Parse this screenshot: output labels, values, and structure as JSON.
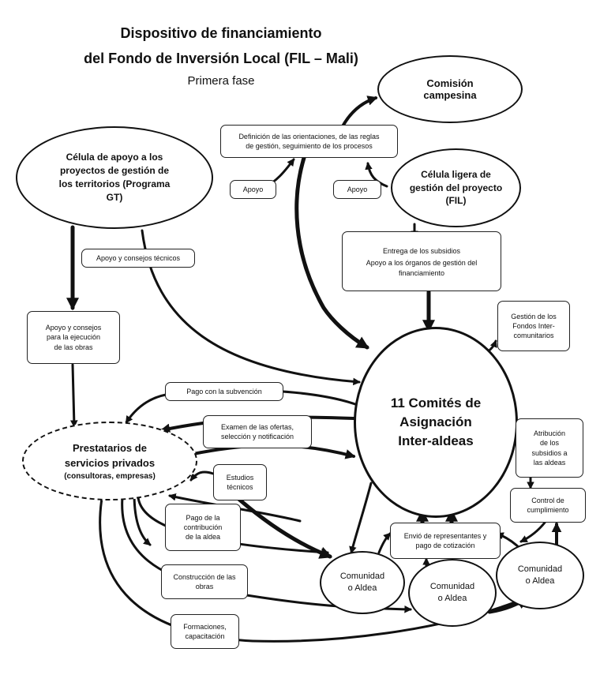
{
  "title": {
    "line1": "Dispositivo de financiamiento",
    "line2": "del Fondo de Inversión Local (FIL – Mali)",
    "subtitle": "Primera fase"
  },
  "nodes": {
    "comision": "Comisión\ncampesina",
    "celula_apoyo": "Célula de apoyo a los\nproyectos de gestión de\nlos territorios (Programa\nGT)",
    "celula_ligera": "Célula ligera de\ngestión del proyecto\n(FIL)",
    "comites": "11 Comités de\nAsignación\nInter-aldeas",
    "prestatarios_title": "Prestatarios de\nservicios privados",
    "prestatarios_sub": "(consultoras, empresas)",
    "comunidad_1": "Comunidad\no Aldea",
    "comunidad_2": "Comunidad\no Aldea",
    "comunidad_3": "Comunidad\no Aldea"
  },
  "boxes": {
    "definicion": "Definición de las orientaciones, de las reglas\nde gestión, seguimiento de los procesos",
    "apoyo_1": "Apoyo",
    "apoyo_2": "Apoyo",
    "entrega_1": "Entrega de los subsidios",
    "entrega_2": "Apoyo a los órganos de gestión del\nfinanciamiento",
    "apoyo_consejos_tecnicos": "Apoyo y consejos técnicos",
    "apoyo_consejos_ejecucion": "Apoyo y consejos\npara la ejecución\nde las obras",
    "gestion_fondos": "Gestión de los\nFondos Inter-\ncomunitarios",
    "pago_subvencion": "Pago con la subvención",
    "examen_ofertas": "Examen de las ofertas,\nselección y notificación",
    "estudios": "Estudios\ntécnicos",
    "atribucion": "Atribución\nde los\nsubsidios a\nlas aldeas",
    "control": "Control de\ncumplimiento",
    "pago_contribucion": "Pago de la\ncontribución\nde la aldea",
    "envio": "Envió de representantes y\npago de cotización",
    "construccion": "Construcción de las\nobras",
    "formaciones": "Formaciones,\ncapacitación"
  },
  "colors": {
    "ink": "#111111",
    "background": "#ffffff"
  }
}
